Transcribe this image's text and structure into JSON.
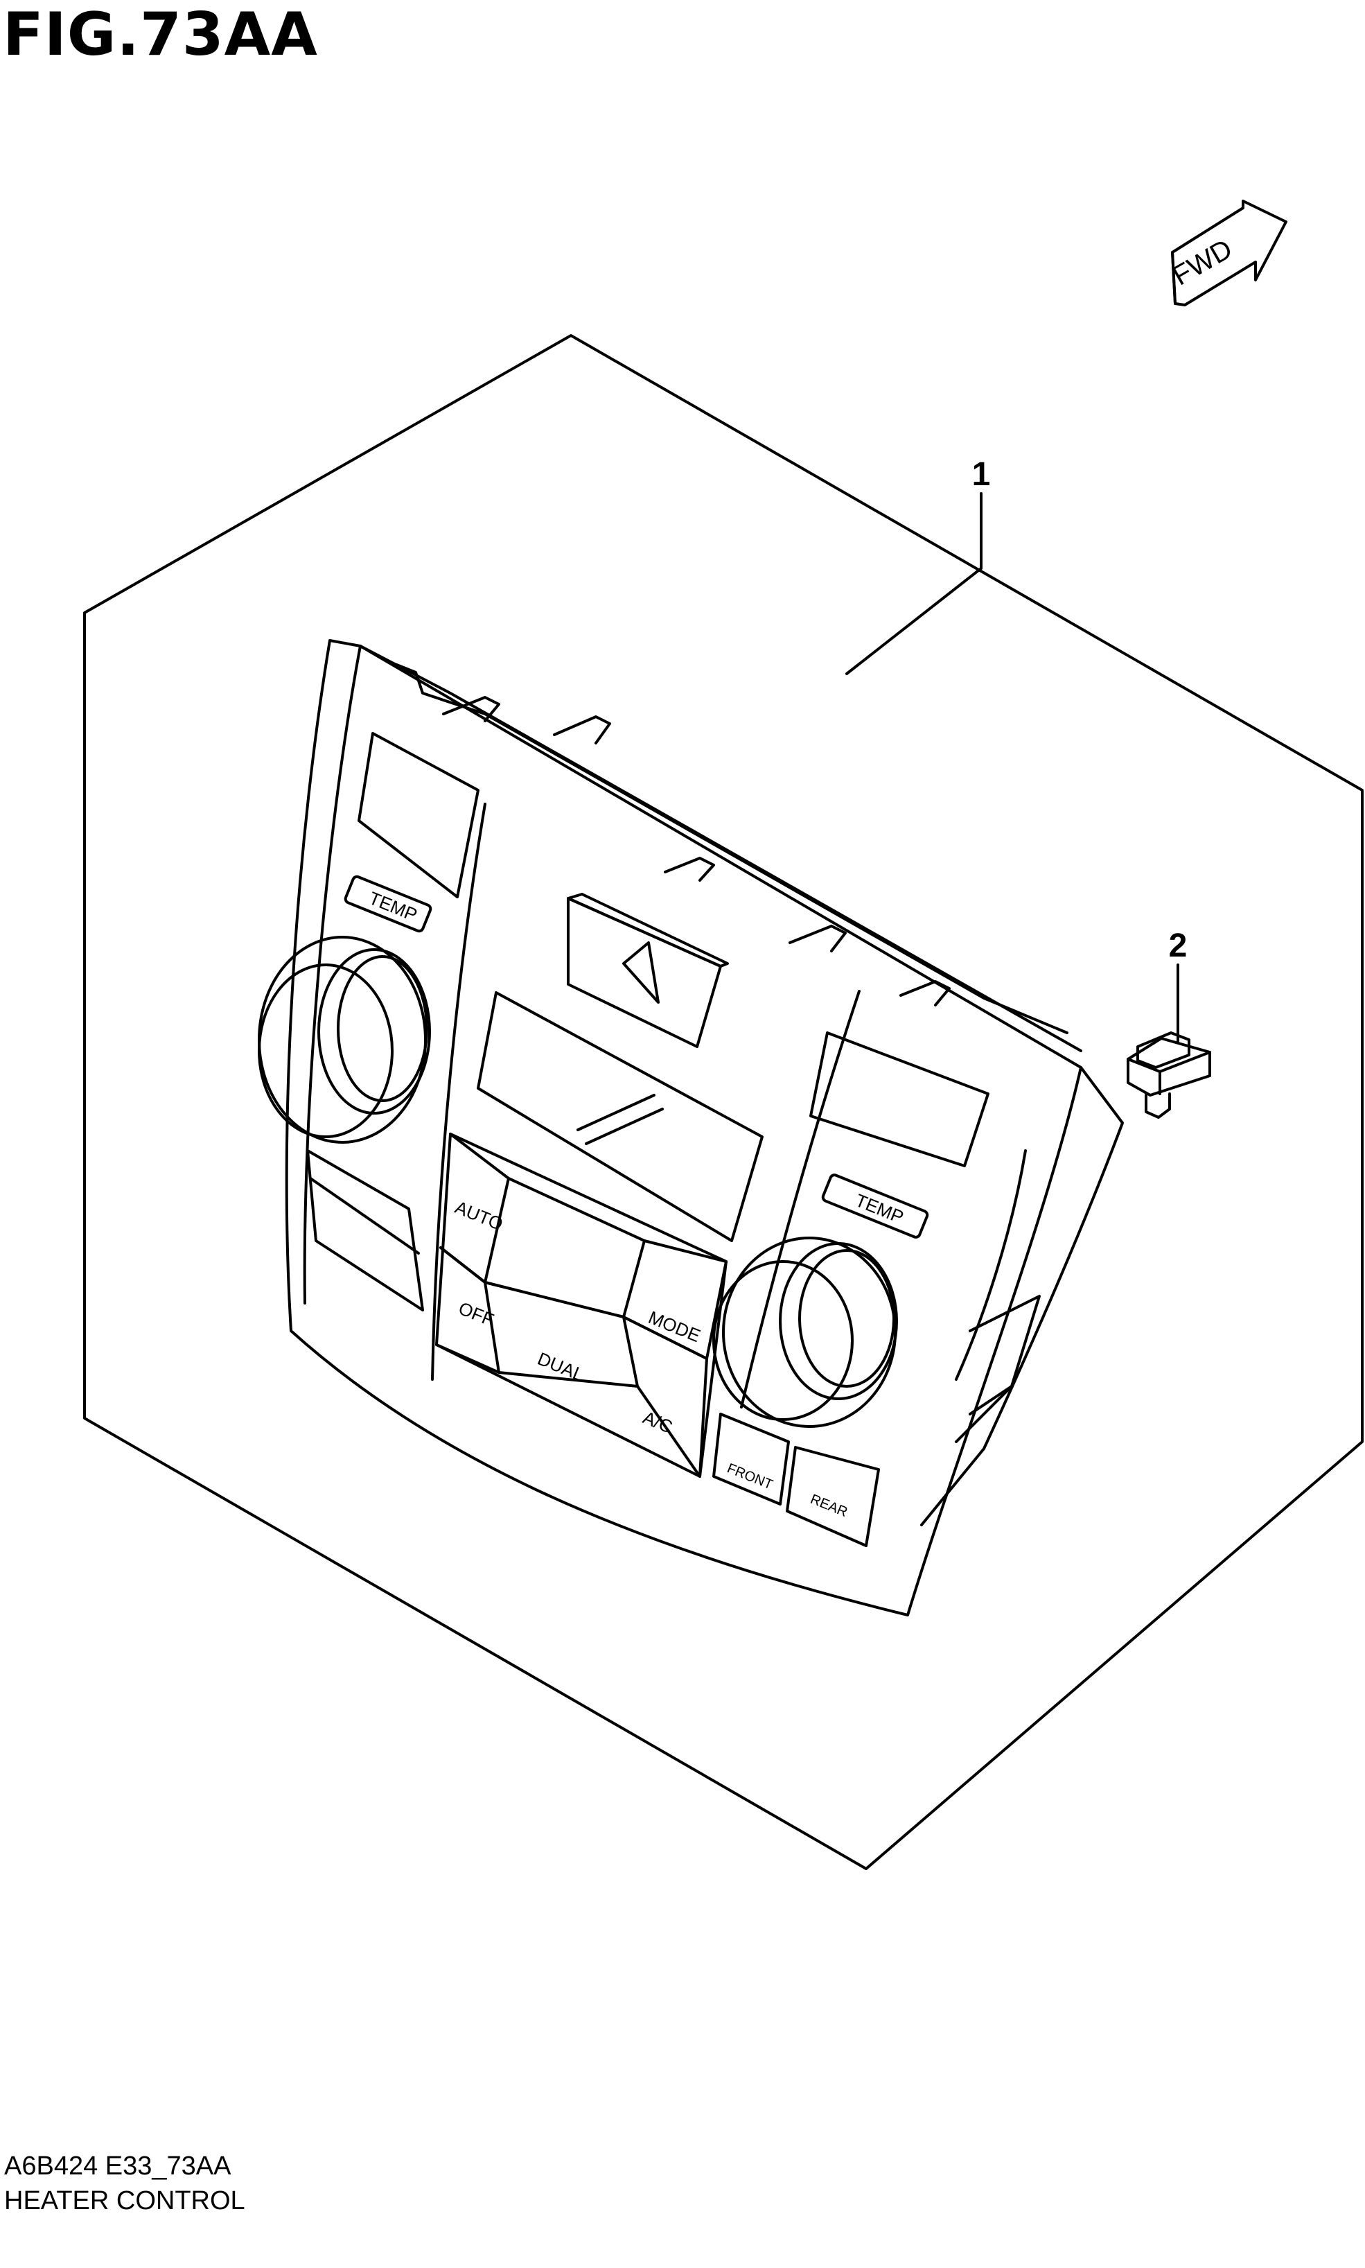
{
  "figure": {
    "title": "FIG.73AA"
  },
  "direction_marker": {
    "label": "FWD"
  },
  "callouts": [
    {
      "number": "1"
    },
    {
      "number": "2"
    }
  ],
  "panel": {
    "temp_left_label": "TEMP",
    "temp_right_label": "TEMP",
    "auto_label": "AUTO",
    "off_label": "OFF",
    "dual_label": "DUAL",
    "mode_label": "MODE",
    "ac_label": "A/C",
    "front_label": "FRONT",
    "rear_label": "REAR"
  },
  "footer": {
    "code": "A6B424 E33_73AA",
    "name": "HEATER CONTROL"
  }
}
